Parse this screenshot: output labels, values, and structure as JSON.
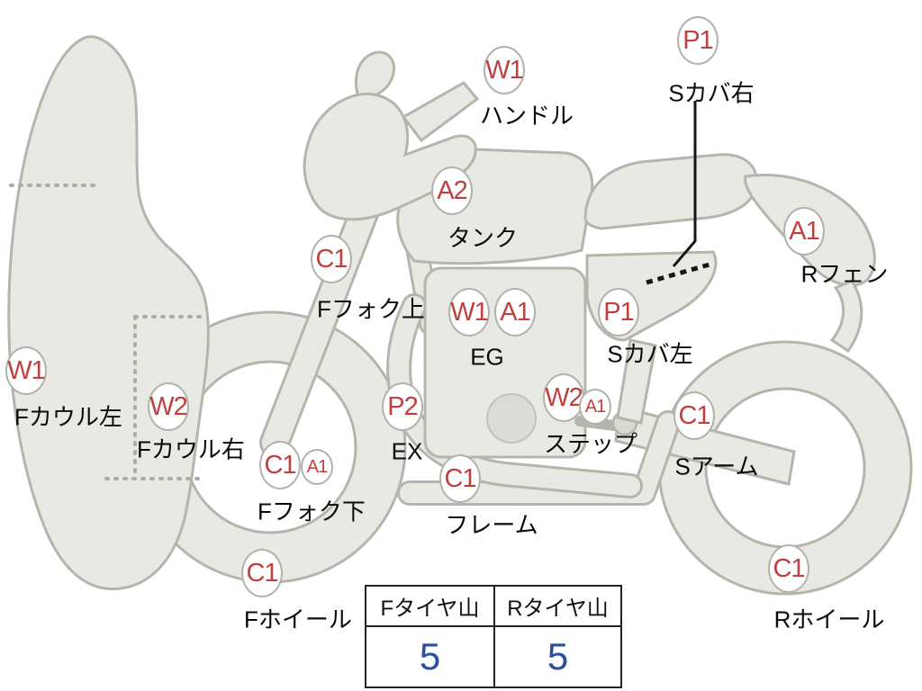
{
  "colors": {
    "code_text": "#c04040",
    "tire_value": "#2b4ea2",
    "body_fill": "#e9e9e3",
    "body_outline": "#b5b5ae"
  },
  "labels": {
    "handlebar": {
      "code": "W1",
      "caption": "ハンドル"
    },
    "side_cover_right": {
      "code": "P1",
      "caption": "Sカバ右"
    },
    "tank": {
      "code": "A2",
      "caption": "タンク"
    },
    "front_fork_upper": {
      "code": "C1",
      "caption": "Fフォク上"
    },
    "engine": {
      "code": "W1",
      "code2": "A1",
      "caption": "EG"
    },
    "side_cover_left": {
      "code": "P1",
      "caption": "Sカバ左"
    },
    "rear_fender": {
      "code": "A1",
      "caption": "Rフェン"
    },
    "front_cowl_left": {
      "code": "W1",
      "caption": "Fカウル左"
    },
    "front_cowl_right": {
      "code": "W2",
      "caption": "Fカウル右"
    },
    "exhaust": {
      "code": "P2",
      "caption": "EX"
    },
    "front_fork_lower": {
      "code": "C1",
      "code2": "A1",
      "caption": "Fフォク下"
    },
    "frame": {
      "code": "C1",
      "caption": "フレーム"
    },
    "step": {
      "code": "W2",
      "code2": "A1",
      "caption": "ステップ"
    },
    "swing_arm": {
      "code": "C1",
      "caption": "Sアーム"
    },
    "front_wheel": {
      "code": "C1",
      "caption": "Fホイール"
    },
    "rear_wheel": {
      "code": "C1",
      "caption": "Rホイール"
    }
  },
  "tire_table": {
    "front_header": "Fタイヤ山",
    "rear_header": "Rタイヤ山",
    "front_value": "5",
    "rear_value": "5"
  }
}
